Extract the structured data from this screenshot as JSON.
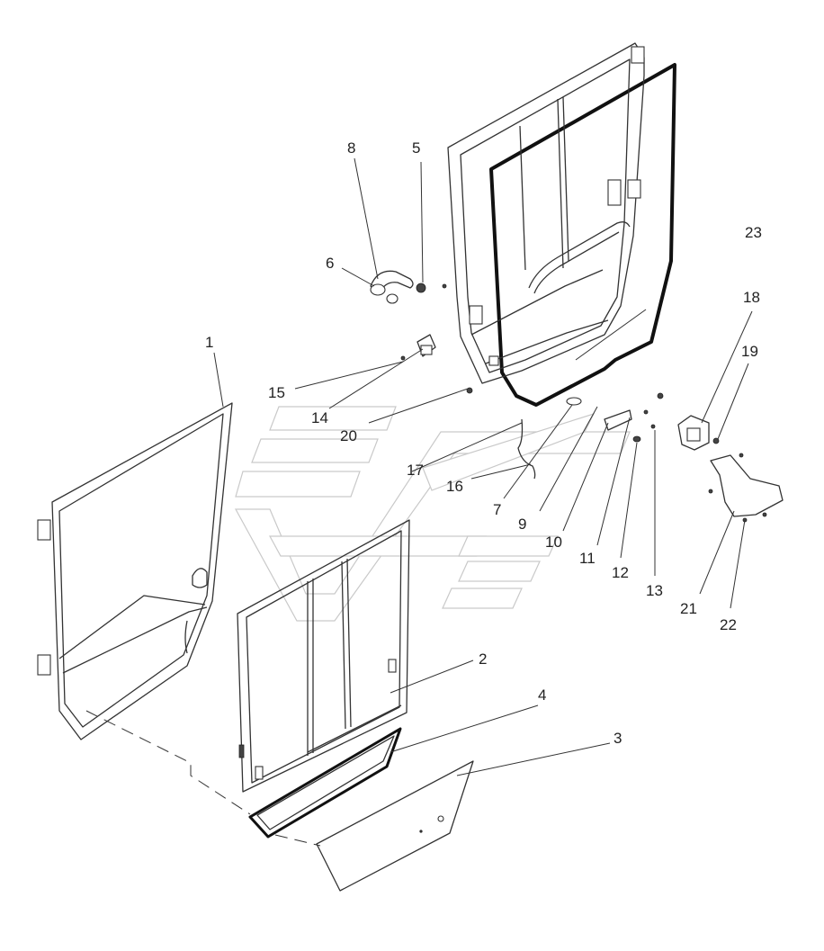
{
  "diagram": {
    "callouts": [
      {
        "id": "c1",
        "text": "1"
      },
      {
        "id": "c2",
        "text": "2"
      },
      {
        "id": "c3",
        "text": "3"
      },
      {
        "id": "c4",
        "text": "4"
      },
      {
        "id": "c5",
        "text": "5"
      },
      {
        "id": "c6",
        "text": "6"
      },
      {
        "id": "c7",
        "text": "7"
      },
      {
        "id": "c8",
        "text": "8"
      },
      {
        "id": "c9",
        "text": "9"
      },
      {
        "id": "c10",
        "text": "10"
      },
      {
        "id": "c11",
        "text": "11"
      },
      {
        "id": "c12",
        "text": "12"
      },
      {
        "id": "c13",
        "text": "13"
      },
      {
        "id": "c14",
        "text": "14"
      },
      {
        "id": "c15",
        "text": "15"
      },
      {
        "id": "c16",
        "text": "16"
      },
      {
        "id": "c17",
        "text": "17"
      },
      {
        "id": "c18",
        "text": "18"
      },
      {
        "id": "c19",
        "text": "19"
      },
      {
        "id": "c20",
        "text": "20"
      },
      {
        "id": "c21",
        "text": "21"
      },
      {
        "id": "c22",
        "text": "22"
      },
      {
        "id": "c23",
        "text": "23"
      }
    ]
  },
  "colors": {
    "line": "#333333",
    "watermark": "#c9c9c9",
    "background": "#ffffff"
  }
}
